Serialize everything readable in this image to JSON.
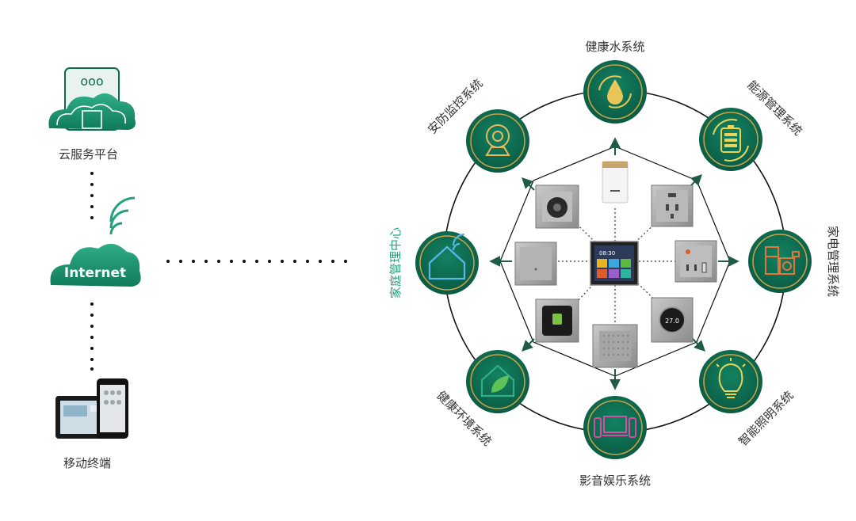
{
  "left": {
    "cloud_platform": "云服务平台",
    "internet": "Internet",
    "mobile": "移动终端",
    "dots_label": "ooo"
  },
  "center": {
    "home_center": "家庭管理中心",
    "screen_time": "08:30",
    "thermostat": "27.0"
  },
  "systems": [
    {
      "name": "健康水系统",
      "icon": "water-drop-icon"
    },
    {
      "name": "能源管理系统",
      "icon": "battery-icon"
    },
    {
      "name": "家电管理系统",
      "icon": "appliance-icon"
    },
    {
      "name": "智能照明系统",
      "icon": "lightbulb-icon"
    },
    {
      "name": "影音娱乐系统",
      "icon": "audio-video-icon"
    },
    {
      "name": "健康环境系统",
      "icon": "leaf-house-icon"
    },
    {
      "name": "家庭管理中心",
      "icon": "home-wifi-icon"
    },
    {
      "name": "安防监控系统",
      "icon": "camera-icon"
    }
  ],
  "colors": {
    "brand_green": "#0d6b4f",
    "ring_gold": "#c9a447",
    "accent_teal": "#1fa37e"
  }
}
